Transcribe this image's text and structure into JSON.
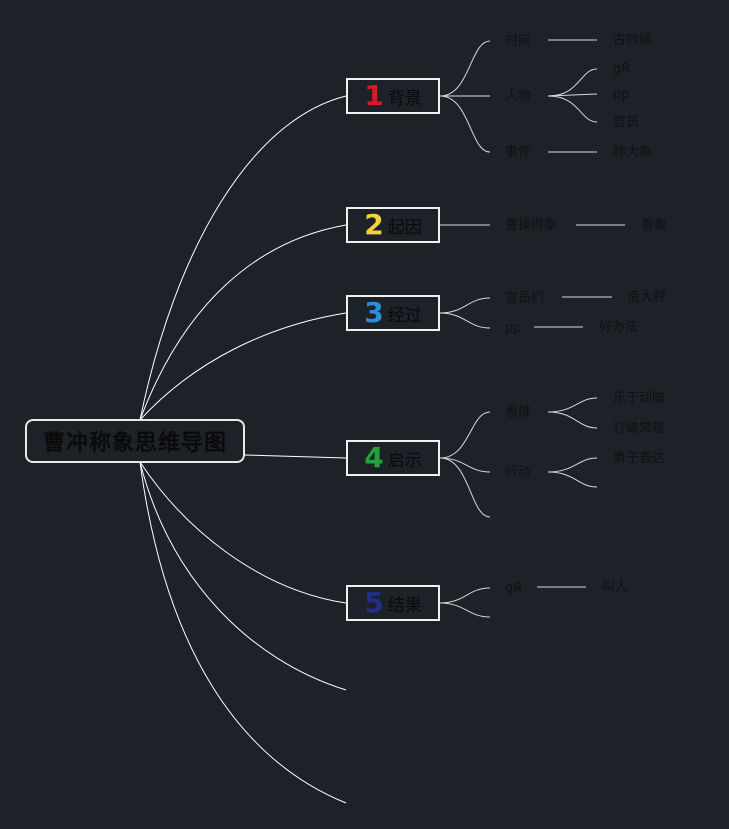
{
  "root": "曹冲称象思维导图",
  "colors": {
    "background": "#1d2128",
    "line": "#ffffff",
    "num1": "#d41c24",
    "num2": "#f2d23c",
    "num3": "#2a8fd6",
    "num4": "#1fa33a",
    "num5": "#1e2f8c"
  },
  "topics": [
    {
      "num": "1",
      "label": "背景"
    },
    {
      "num": "2",
      "label": "起因"
    },
    {
      "num": "3",
      "label": "经过"
    },
    {
      "num": "4",
      "label": "启示"
    },
    {
      "num": "5",
      "label": "结果"
    }
  ],
  "leaves": {
    "t1_time": "时间",
    "t1_time_v": "古时候",
    "t1_people": "人物",
    "t1_people_v1": "gR",
    "t1_people_v2": "pp",
    "t1_people_v3": "官员",
    "t1_event": "事件",
    "t1_event_v": "称大象",
    "t2_a": "曹操得象",
    "t2_a_v": "看象",
    "t3_a": "官员们",
    "t3_a_v": "造大秤",
    "t3_b": "pp",
    "t3_b_v": "好办法",
    "t4_a": "思维",
    "t4_a_v1": "乐于动脑",
    "t4_a_v2": "打破常规",
    "t4_b": "行动",
    "t4_b_v1": "勇于表达",
    "t5_a": "gR",
    "t5_a_v": "叫人"
  }
}
